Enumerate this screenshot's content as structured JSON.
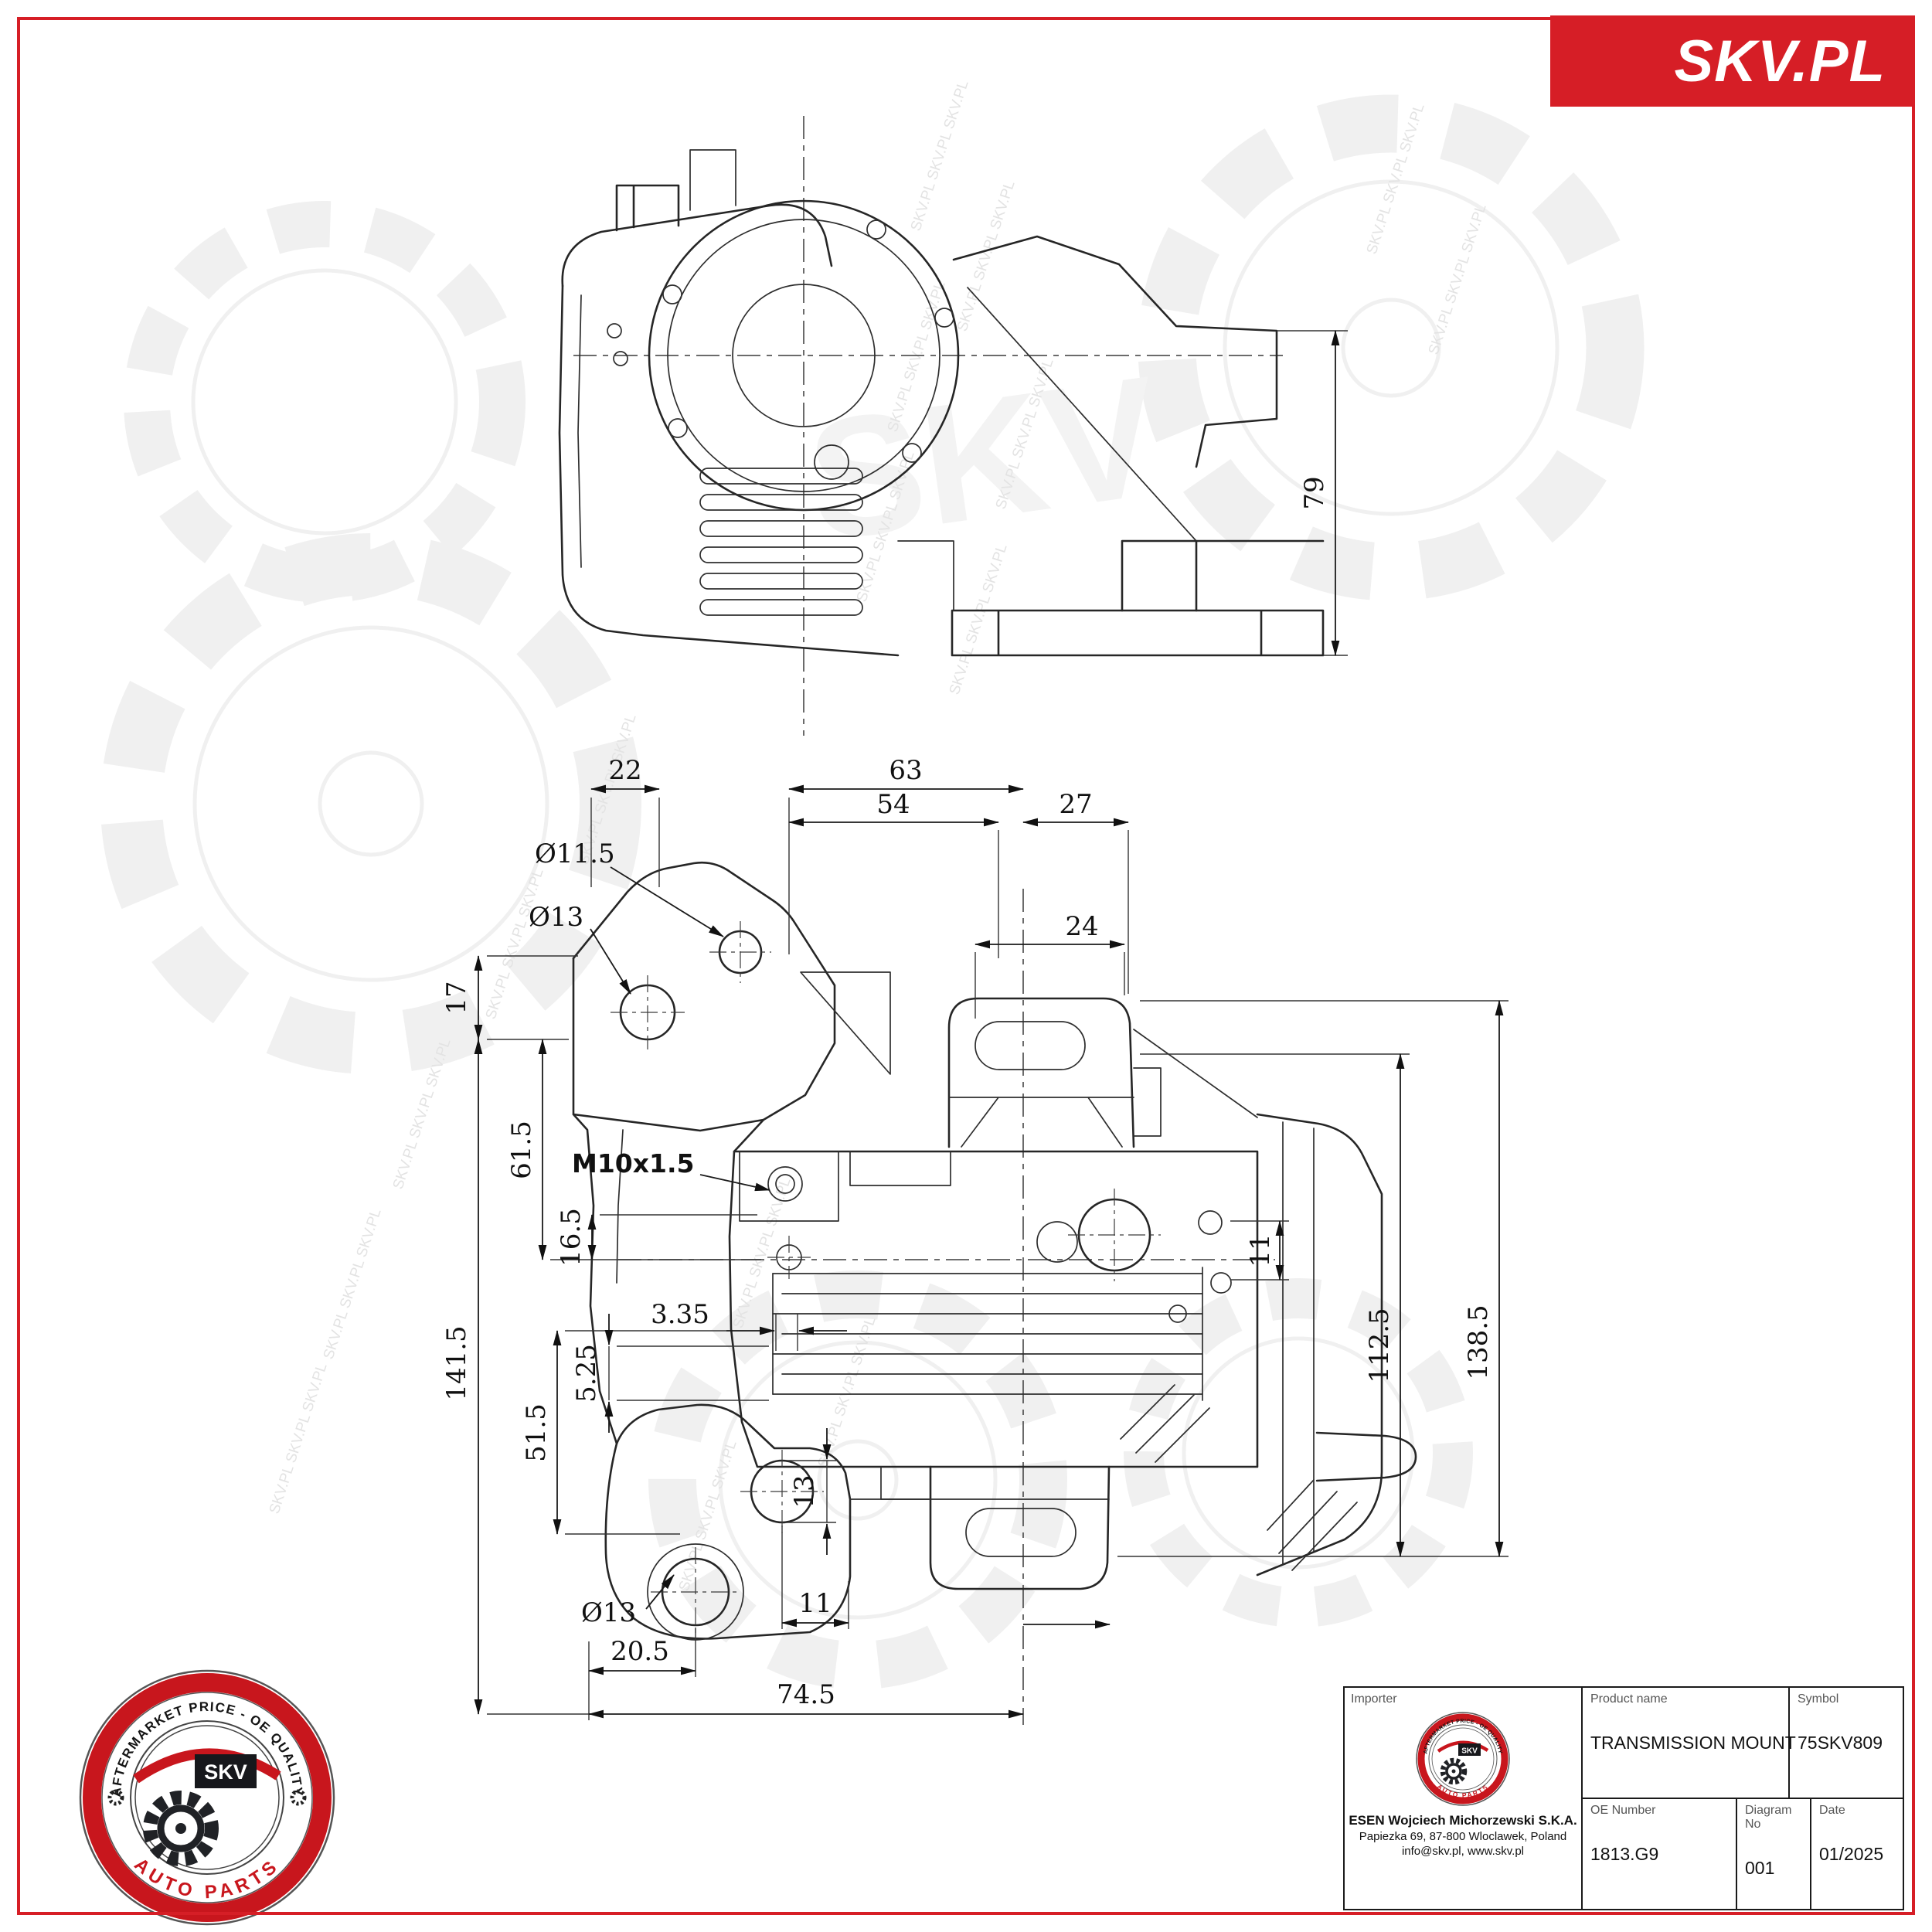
{
  "brand": {
    "banner": "SKV.PL",
    "red": "#d61e26"
  },
  "watermark": {
    "tile": "SKV.PL SKV.PL SKV.PL",
    "ghost": "SKV"
  },
  "stamp": {
    "arc_top": "AFTERMARKET PRICE - OE QUALITY",
    "arc_bottom": "AUTO PARTS",
    "center_text": "SKV"
  },
  "drawing": {
    "dims": {
      "height_side": "79",
      "w22": "22",
      "w63": "63",
      "w54": "54",
      "w27": "27",
      "w24": "24",
      "dia11_5": "Ø11.5",
      "dia13_top": "Ø13",
      "h17": "17",
      "thread": "M10x1.5",
      "h61_5": "61.5",
      "h16_5": "16.5",
      "h141_5": "141.5",
      "w3_35": "3.35",
      "h5_25": "5.25",
      "h51_5": "51.5",
      "h11_right": "11",
      "h112_5": "112.5",
      "h138_5": "138.5",
      "h13": "13",
      "dia13_bottom": "Ø13",
      "w11_bottom": "11",
      "w20_5": "20.5",
      "w74_5": "74.5"
    }
  },
  "title_block": {
    "importer": {
      "label": "Importer",
      "name": "ESEN Wojciech Michorzewski S.K.A.",
      "address": "Papiezka 69, 87-800 Wloclawek, Poland",
      "contact": "info@skv.pl, www.skv.pl"
    },
    "product": {
      "label": "Product name",
      "value": "TRANSMISSION MOUNT"
    },
    "symbol": {
      "label": "Symbol",
      "value": "75SKV809"
    },
    "oe": {
      "label": "OE Number",
      "value": "1813.G9"
    },
    "diagram": {
      "label": "Diagram No",
      "value": "001"
    },
    "date": {
      "label": "Date",
      "value": "01/2025"
    }
  }
}
